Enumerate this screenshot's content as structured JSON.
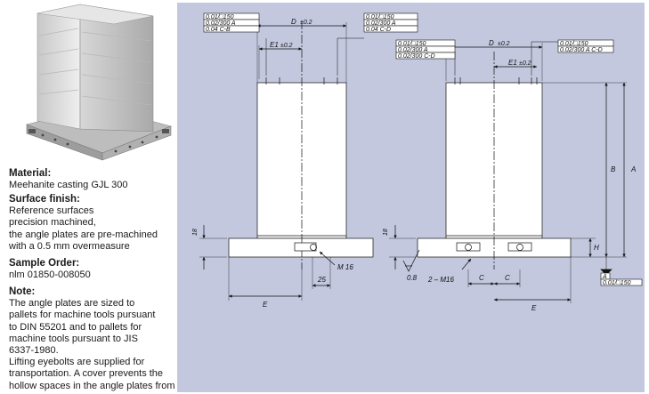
{
  "material": {
    "heading": "Material:",
    "value": "Meehanite casting GJL 300"
  },
  "surface_finish": {
    "heading": "Surface finish:",
    "lines": [
      "Reference surfaces",
      "precision machined,",
      "the angle plates are pre-machined",
      "with a 0.5 mm overmeasure"
    ]
  },
  "sample_order": {
    "heading": "Sample Order:",
    "value": "nlm 01850-008050"
  },
  "note": {
    "heading": "Note:",
    "lines": [
      "The angle plates are sized to",
      "pallets for machine tools pursuant",
      "to DIN 55201 and to pallets for",
      "machine tools pursuant to JIS",
      "6337-1980.",
      "Lifting eyebolts are supplied for",
      "transportation. A cover prevents the",
      "hollow spaces in the angle plates from"
    ]
  },
  "drawing": {
    "left_view": {
      "dim_D": "D",
      "dim_D_tol": "±0.2",
      "dim_E1": "E1",
      "dim_E1_tol": "±0.2",
      "dim_E": "E",
      "dim_25": "25",
      "thread": "M 16",
      "dim_base": "18",
      "fcf_left": [
        "0.01/□150",
        "0.02/300 A",
        "0.04 C-B"
      ],
      "fcf_right": [
        "0.01/□150",
        "0.02/300 A",
        "0.04 C-D"
      ]
    },
    "right_view": {
      "dim_D": "D",
      "dim_D_tol": "±0.2",
      "dim_E1": "E1",
      "dim_E1_tol": "±0.2",
      "dim_E": "E",
      "dim_C": "C",
      "thread": "2 – M16",
      "roughness": "0.8",
      "dim_A": "A",
      "dim_B": "B",
      "dim_H": "H",
      "dim_base": "18",
      "fcf_left": [
        "0.01/□150",
        "0.02/300 A",
        "0.02/300 C-D"
      ],
      "fcf_right": [
        "0.01/□150",
        "0.02/300 A C-D"
      ],
      "datum_A": "A",
      "fcf_bottom": "0.01/□150"
    }
  }
}
